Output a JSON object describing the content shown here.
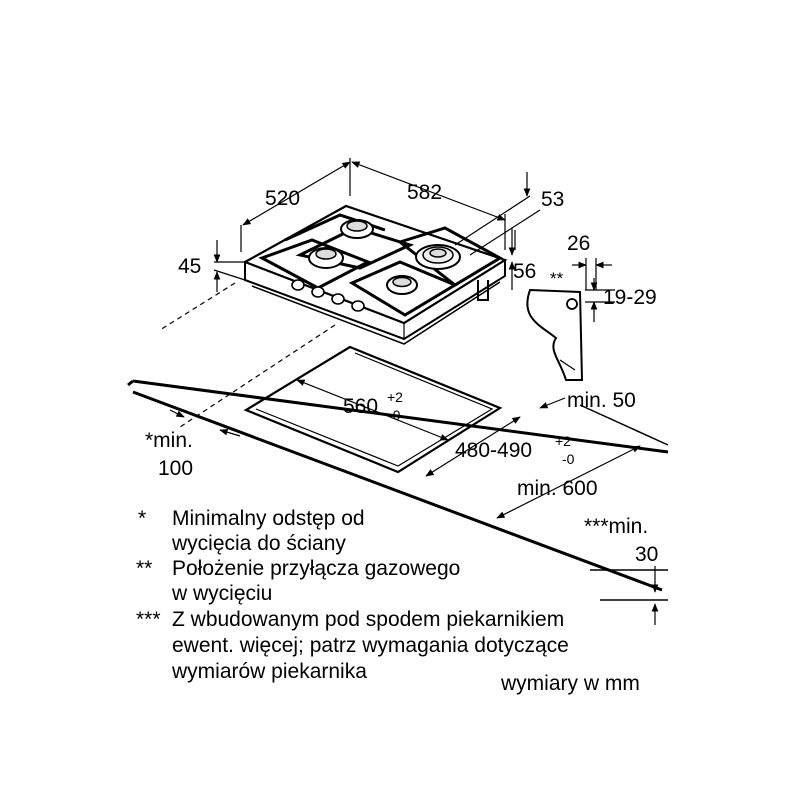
{
  "dimensions": {
    "width": "520",
    "length": "582",
    "d53": "53",
    "d45": "45",
    "d56": "56",
    "d26": "26",
    "marker_gas": "**",
    "d19_29": "19-29",
    "cut_width": "560",
    "cut_width_tol_top": "+2",
    "cut_width_tol_bottom": "-0",
    "cut_depth": "480-490",
    "cut_depth_tol_top": "+2",
    "cut_depth_tol_bottom": "-0",
    "min50": "min. 50",
    "min600": "min. 600",
    "min100_a": "*min.",
    "min100_b": "100",
    "min30_a": "***min.",
    "min30_b": "30"
  },
  "notes": [
    {
      "mark": "*",
      "lines": [
        "Minimalny odstęp od",
        "wycięcia do ściany"
      ]
    },
    {
      "mark": "**",
      "lines": [
        "Położenie przyłącza gazowego",
        "w wycięciu"
      ]
    },
    {
      "mark": "***",
      "lines": [
        "Z wbudowanym pod spodem piekarnikiem",
        "ewent. więcej; patrz wymagania dotyczące",
        "wymiarów piekarnika"
      ]
    }
  ],
  "units_note": "wymiary w mm"
}
